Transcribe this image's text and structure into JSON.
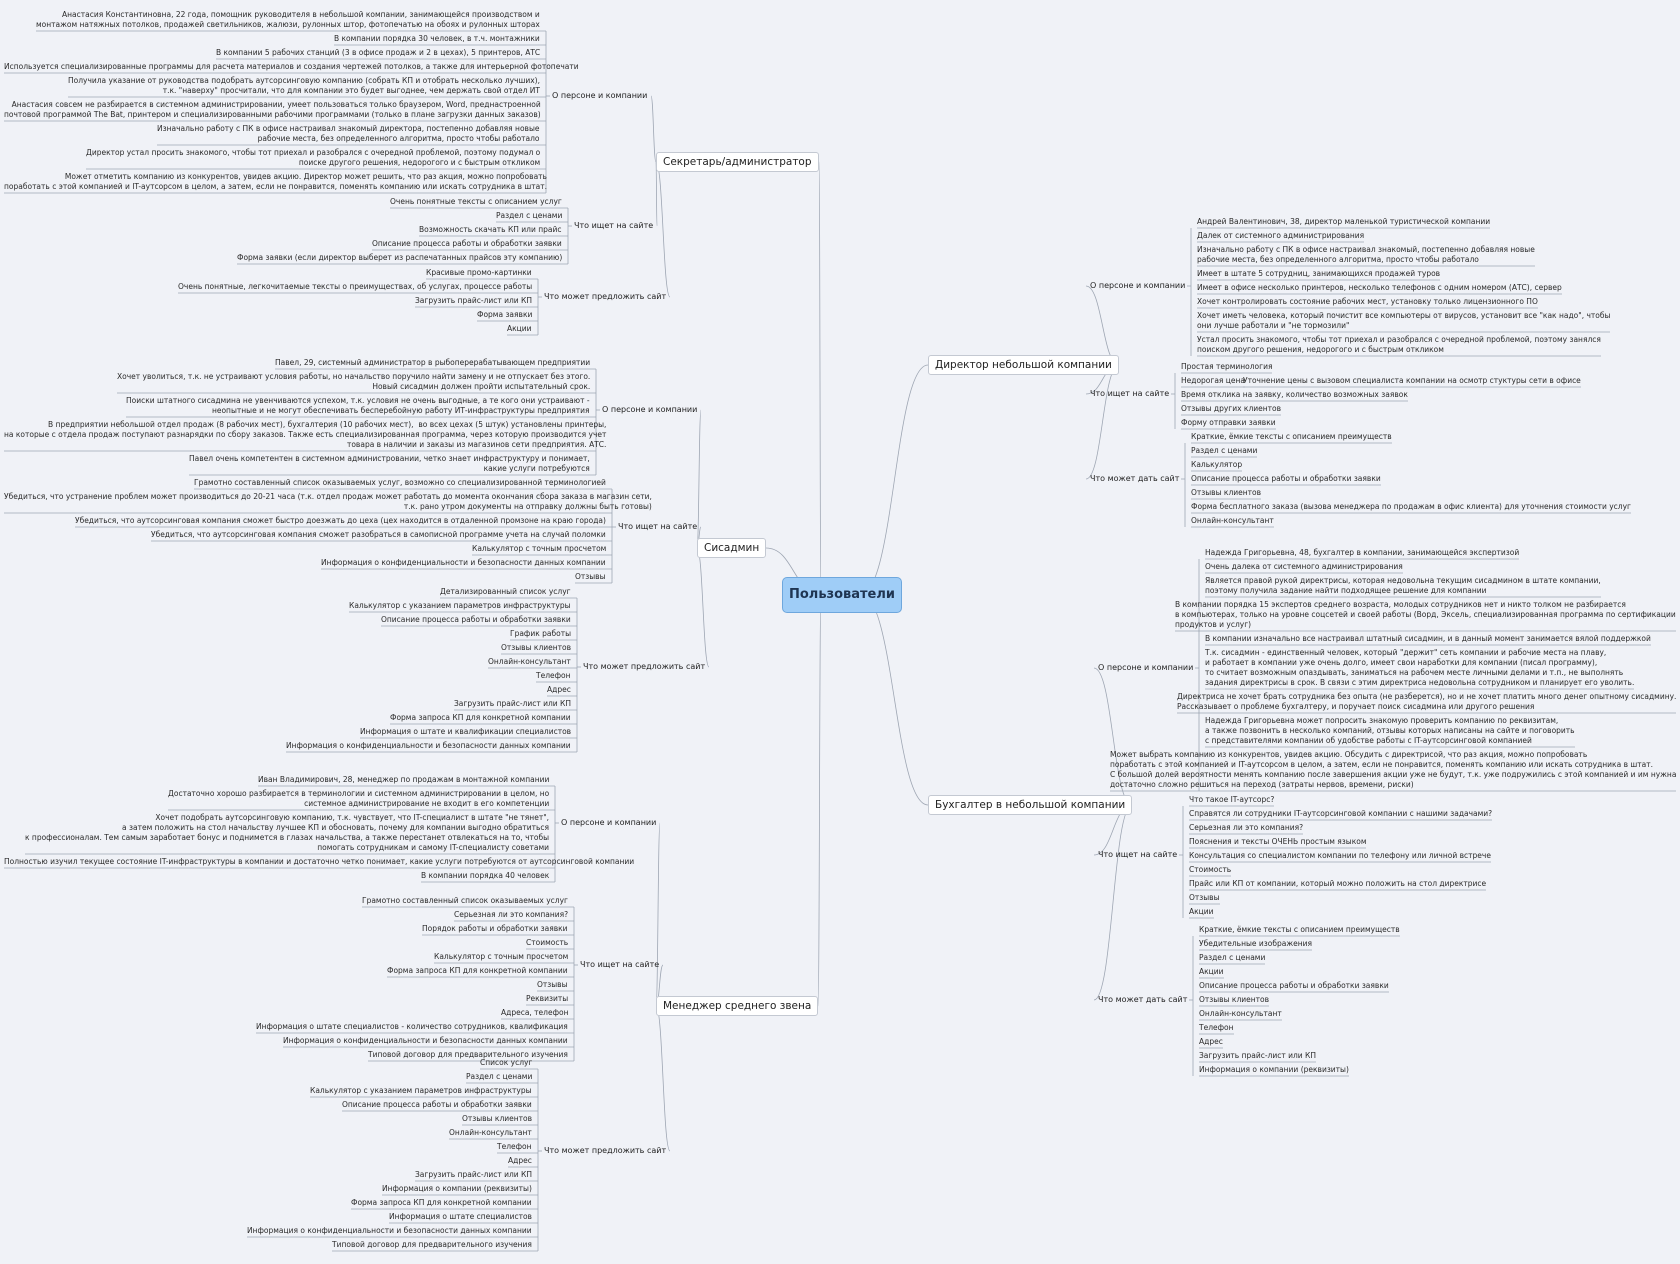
{
  "root": "Пользователи",
  "branches": [
    {
      "title": "Секретарь/администратор",
      "groups": [
        {
          "label": "О персоне и компании",
          "items": [
            "Анастасия Константиновна, 22 года, помощник руководителя в небольшой компании, занимающейся производством и\nмонтажом натяжных потолков, продажей светильников, жалюзи, рулонных штор, фотопечатью на обоях и рулонных шторах",
            "В компании порядка 30 человек, в т.ч. монтажники",
            "В компании 5 рабочих станций (3 в офисе продаж и 2 в цехах), 5 принтеров, АТС",
            "Используется специализированные программы для расчета материалов и создания чертежей потолков, а также для интерьерной фотопечати",
            "Получила указание от руководства подобрать аутсорсинговую компанию (собрать КП и отобрать несколько лучших),\nт.к. \"наверху\" просчитали, что для компании это будет выгоднее, чем держать свой отдел ИТ",
            "Анастасия совсем не разбирается в системном администрировании, умеет пользоваться только браузером, Word, преднастроенной\nпочтовой программой The Bat, принтером и специализированными рабочими программами (только в плане загрузки данных заказов)",
            "Изначально работу с ПК в офисе настраивал знакомый директора, постепенно добавляя новые\nрабочие места, без определенного алгоритма, просто чтобы работало",
            "Директор устал просить знакомого, чтобы тот приехал и разобрался с очередной проблемой, поэтому подумал о\nпоиске другого решения, недорогого и с быстрым откликом",
            "Может отметить компанию из конкурентов, увидев акцию. Директор может решить, что раз акция, можно попробовать\nпоработать с этой компанией и IT-аутсорсом в целом, а затем, если не понравится, поменять компанию или искать сотрудника в штат."
          ]
        },
        {
          "label": "Что ищет на сайте",
          "items": [
            "Очень понятные тексты с описанием услуг",
            "Раздел с ценами",
            "Возможность скачать КП или прайс",
            "Описание процесса работы и обработки заявки",
            "Форма заявки (если директор выберет из распечатанных прайсов эту компанию)"
          ]
        },
        {
          "label": "Что может предложить сайт",
          "items": [
            "Красивые промо-картинки",
            "Очень понятные, легкочитаемые тексты о преимуществах, об услугах, процессе работы",
            "Загрузить прайс-лист или КП",
            "Форма заявки",
            "Акции"
          ]
        }
      ]
    },
    {
      "title": "Сисадмин",
      "groups": [
        {
          "label": "О персоне и компании",
          "items": [
            "Павел, 29, системный администратор в рыбоперерабатывающем предприятии",
            "Хочет уволиться, т.к. не устраивают условия работы, но начальство поручило найти замену и не отпускает без этого.\nНовый сисадмин должен пройти испытательный срок.",
            "Поиски штатного сисадмина не увенчиваются успехом, т.к. условия не очень выгодные, а те кого они устраивают -\nнеопытные и не могут обеспечивать бесперебойную работу ИТ-инфраструктуры предприятия",
            "В предприятии небольшой отдел продаж (8 рабочих мест), бухгалтерия (10 рабочих мест),  во всех цехах (5 штук) установлены принтеры,\nна которые с отдела продаж поступают разнарядки по сбору заказов. Также есть специализированная программа, через которую производится учет\nтовара в наличии и заказы из магазинов сети предприятия. АТС.",
            "Павел очень компетентен в системном администровании, четко знает инфраструктуру и понимает,\nкакие услуги потребуются"
          ]
        },
        {
          "label": "Что ищет на сайте",
          "items": [
            "Грамотно составленный список оказываемых услуг, возможно со специализированной терминологией",
            "Убедиться, что устранение проблем может производиться до 20-21 часа (т.к. отдел продаж может работать до момента окончания сбора заказа в магазин сети,\nт.к. рано утром документы на отправку должны быть готовы)",
            "Убедиться, что аутсорсинговая компания сможет быстро доезжать до цеха (цех находится в отдаленной промзоне на краю города)",
            "Убедиться, что аутсорсинговая компания сможет разобраться в самописной программе учета на случай поломки",
            "Калькулятор с точным просчетом",
            "Информация о конфиденциальности и безопасности данных компании",
            "Отзывы"
          ]
        },
        {
          "label": "Что может предложить сайт",
          "items": [
            "Детализированный список услуг",
            "Калькулятор с указанием параметров инфраструктуры",
            "Описание процесса работы и обработки заявки",
            "График работы",
            "Отзывы клиентов",
            "Онлайн-консультант",
            "Телефон",
            "Адрес",
            "Загрузить прайс-лист или КП",
            "Форма запроса КП для конкретной компании",
            "Информация о штате и квалификации специалистов",
            "Информация о конфиденциальности и безопасности данных компании"
          ]
        }
      ]
    },
    {
      "title": "Менеджер среднего звена",
      "groups": [
        {
          "label": "О персоне и компании",
          "items": [
            "Иван Владимирович, 28, менеджер по продажам в монтажной компании",
            "Достаточно хорошо разбирается в терминологии и системном администрировании в целом, но\nсистемное администрирование не входит в его компетенции",
            "Хочет подобрать аутсорсинговую компанию, т.к. чувствует, что IT-специалист в штате \"не тянет\",\nа затем положить на стол начальству лучшее КП и обосновать, почему для компании выгодно обратиться\nк профессионалам. Тем самым заработает бонус и поднимется в глазах начальства, а также перестанет отвлекаться на то, чтобы\nпомогать сотрудникам и самому IT-специалисту советами",
            "Полностью изучил текущее состояние IT-инфраструктуры в компании и достаточно четко понимает, какие услуги потребуются от аутсорсинговой компании",
            "В компании порядка 40 человек"
          ]
        },
        {
          "label": "Что ищет на сайте",
          "items": [
            "Грамотно составленный список оказываемых услуг",
            "Серьезная ли это компания?",
            "Порядок работы и обработки заявки",
            "Стоимость",
            "Калькулятор с точным просчетом",
            "Форма запроса КП для конкретной компании",
            "Отзывы",
            "Реквизиты",
            "Адреса, телефон",
            "Информация о штате специалистов - количество сотрудников, квалификация",
            "Информация о конфиденциальности и безопасности данных компании",
            "Типовой договор для предварительного изучения"
          ]
        },
        {
          "label": "Что может предложить сайт",
          "items": [
            "Список услуг",
            "Раздел с ценами",
            "Калькулятор с указанием параметров инфраструктуры",
            "Описание процесса работы и обработки заявки",
            "Отзывы клиентов",
            "Онлайн-консультант",
            "Телефон",
            "Адрес",
            "Загрузить прайс-лист или КП",
            "Информация о компании (реквизиты)",
            "Форма запроса КП для конкретной компании",
            "Информация о штате специалистов",
            "Информация о конфиденциальности и безопасности данных компании",
            "Типовой договор для предварительного изучения"
          ]
        }
      ]
    },
    {
      "title": "Директор небольшой компании",
      "groups": [
        {
          "label": "О персоне и компании",
          "items": [
            "Андрей Валентинович, 38, директор маленькой туристической компании",
            "Далек от системного администрирования",
            "Изначально работу с ПК в офисе настраивал знакомый, постепенно добавляя новые\nрабочие места, без определенного алгоритма, просто чтобы работало",
            "Имеет в штате 5 сотрудниц, занимающихся продажей туров",
            "Имеет в офисе несколько принтеров, несколько телефонов с одним номером (АТС), сервер",
            "Хочет контролировать состояние рабочих мест, установку только лицензионного ПО",
            "Хочет иметь человека, который почистит все компьютеры от вирусов, установит все \"как надо\", чтобы\nони лучше работали и \"не тормозили\"",
            "Устал просить знакомого, чтобы тот приехал и разобрался с очередной проблемой, поэтому занялся\nпоиском другого решения, недорогого и с быстрым откликом"
          ]
        },
        {
          "label": "Что ищет на сайте",
          "items": [
            "Простая терминология",
            "Недорогая цена",
            "Время отклика на заявку, количество возможных заявок",
            "Отзывы других клиентов",
            "Форму отправки заявки"
          ],
          "extra": "Уточнение цены с вызовом специалиста компании на осмотр стуктуры сети в офисе"
        },
        {
          "label": "Что может дать сайт",
          "items": [
            "Краткие, ёмкие тексты с описанием преимуществ",
            "Раздел с ценами",
            "Калькулятор",
            "Описание процесса работы и обработки заявки",
            "Отзывы клиентов",
            "Форма бесплатного заказа (вызова менеджера по продажам в офис клиента) для уточнения стоимости услуг",
            "Онлайн-консультант"
          ]
        }
      ]
    },
    {
      "title": "Бухгалтер в небольшой компании",
      "groups": [
        {
          "label": "О персоне и компании",
          "items": [
            "Надежда Григорьевна, 48, бухгалтер в компании, занимающейся экспертизой",
            "Очень далека от системного администрирования",
            "Является правой рукой директрисы, которая недовольна текущим сисадмином в штате компании,\nпоэтому получила задание найти подходящее решение для компании",
            "В компании порядка 15 экспертов среднего возраста, молодых сотрудников нет и никто толком не разбирается\nв компьютерах, только на уровне соцсетей и своей работы (Ворд, Эксель, специализированная программа по сертификации\nпродуктов и услуг)",
            "В компании изначально все настраивал штатный сисадмин, и в данный момент занимается вялой поддержкой",
            "Т.к. сисадмин - единственный человек, который \"держит\" сеть компании и рабочие места на плаву,\nи работает в компании уже очень долго, имеет свои наработки для компании (писал программу),\nто считает возможным опаздывать, заниматься на рабочем месте личными делами и т.п., не выполнять\nзадания директрисы в срок. В связи с этим директриса недовольна сотрудником и планирует его уволить.",
            "Директриса не хочет брать сотрудника без опыта (не разберется), но и не хочет платить много денег опытному сисадмину.\nРассказывает о проблеме бухгалтеру, и поручает поиск сисадмина или другого решения",
            "Надежда Григорьевна может попросить знакомую проверить компанию по реквизитам,\nа также позвонить в несколько компаний, отзывы которых написаны на сайте и поговорить\nс представителями компании об удобстве работы с IT-аутсорсинговой компанией",
            "Может выбрать компанию из конкурентов, увидев акцию. Обсудить с директрисой, что раз акция, можно попробовать\nпоработать с этой компанией и IT-аутсорсом в целом, а затем, если не понравится, поменять компанию или искать сотрудника в штат.\nС большой долей вероятности менять компанию после завершения акции уже не будут, т.к. уже подружились с этой компанией и им нужна\nдостаточно сложно решиться на переход (затраты нервов, времени, риски)"
          ]
        },
        {
          "label": "Что ищет на сайте",
          "items": [
            "Что такое IT-аутсорс?",
            "Справятся ли сотрудники IT-аутсорсинговой компании с нашими задачами?",
            "Серьезная ли это компания?",
            "Пояснения и тексты ОЧЕНЬ простым языком",
            "Консультация со специалистом компании по телефону или личной встрече",
            "Стоимость",
            "Прайс или КП от компании, который можно положить на стол директрисе",
            "Отзывы",
            "Акции"
          ]
        },
        {
          "label": "Что может дать сайт",
          "items": [
            "Краткие, ёмкие тексты с описанием преимуществ",
            "Убедительные изображения",
            "Раздел с ценами",
            "Акции",
            "Описание процесса работы и обработки заявки",
            "Отзывы клиентов",
            "Онлайн-консультант",
            "Телефон",
            "Адрес",
            "Загрузить прайс-лист или КП",
            "Информация о компании (реквизиты)"
          ]
        }
      ]
    }
  ]
}
